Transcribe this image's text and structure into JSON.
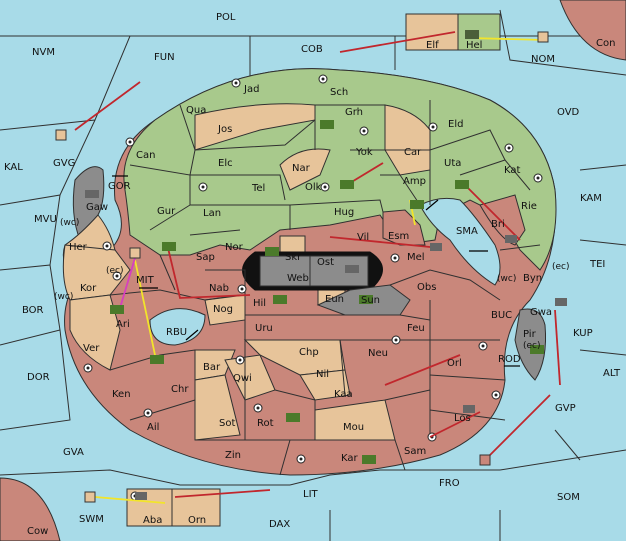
{
  "colors": {
    "sea": "#a8dbe8",
    "green_power": "#a8c98c",
    "tan_power": "#e7c49a",
    "red_power": "#c9877b",
    "gray_power": "#8c8c8c",
    "order_arrow": "#c1272d",
    "support_line": "#f2e52a"
  },
  "sea_labels": {
    "POL": "POL",
    "NVM": "NVM",
    "FUN": "FUN",
    "COB": "COB",
    "NOM": "NOM",
    "Con": "Con",
    "OVD": "OVD",
    "KAL": "KAL",
    "GVG": "GVG",
    "GOR": "GOR",
    "MVU": "MVU",
    "KAM": "KAM",
    "TEI": "TEI",
    "SMA": "SMA",
    "BOR": "BOR",
    "MIT": "MIT",
    "RBU": "RBU",
    "BUC": "BUC",
    "KUP": "KUP",
    "ROD": "ROD",
    "ALT": "ALT",
    "DOR": "DOR",
    "GVP": "GVP",
    "GVA": "GVA",
    "FRO": "FRO",
    "SOM": "SOM",
    "LIT": "LIT",
    "SWM": "SWM",
    "DAX": "DAX",
    "Cow": "Cow"
  },
  "land_labels": {
    "Elf": "Elf",
    "Hel": "Hel",
    "Jad": "Jad",
    "Sch": "Sch",
    "Qua": "Qua",
    "Grh": "Grh",
    "Jos": "Jos",
    "Eld": "Eld",
    "Can": "Can",
    "Car": "Car",
    "Yok": "Yok",
    "Nar": "Nar",
    "Elc": "Elc",
    "Uta": "Uta",
    "Kat": "Kat",
    "Tel": "Tel",
    "Olk": "Olk",
    "Amp": "Amp",
    "Gaw": "Gaw",
    "Gur": "Gur",
    "Lan": "Lan",
    "Hug": "Hug",
    "Rie": "Rie",
    "Vil": "Vil",
    "Esm": "Esm",
    "Bri": "Bri",
    "Her": "Her",
    "Nor": "Nor",
    "Skr": "Skr",
    "Sap": "Sap",
    "Ost": "Ost",
    "Mel": "Mel",
    "Web": "Web",
    "Kor": "Kor",
    "Nab": "Nab",
    "Byn": "Byn",
    "Obs": "Obs",
    "Hil": "Hil",
    "Eun": "Eun",
    "Sun": "Sun",
    "Gwa": "Gwa",
    "Ari": "Ari",
    "Nog": "Nog",
    "Pir": "Pir",
    "Uru": "Uru",
    "Feu": "Feu",
    "Ver": "Ver",
    "Chp": "Chp",
    "Neu": "Neu",
    "Orl": "Orl",
    "Bar": "Bar",
    "Nil": "Nil",
    "Qwi": "Qwi",
    "Chr": "Chr",
    "Ken": "Ken",
    "Kaa": "Kaa",
    "Rot": "Rot",
    "Los": "Los",
    "Ail": "Ail",
    "Sot": "Sot",
    "Mou": "Mou",
    "Zin": "Zin",
    "Sam": "Sam",
    "Kar": "Kar",
    "Aba": "Aba",
    "Orn": "Orn"
  },
  "coast_tags": {
    "her_wc": "(wc)",
    "kor_ec": "(ec)",
    "kor_wc": "(wc)",
    "byn_wc": "(wc)",
    "byn_ec": "(ec)",
    "gwa_ec": "(ec)"
  }
}
